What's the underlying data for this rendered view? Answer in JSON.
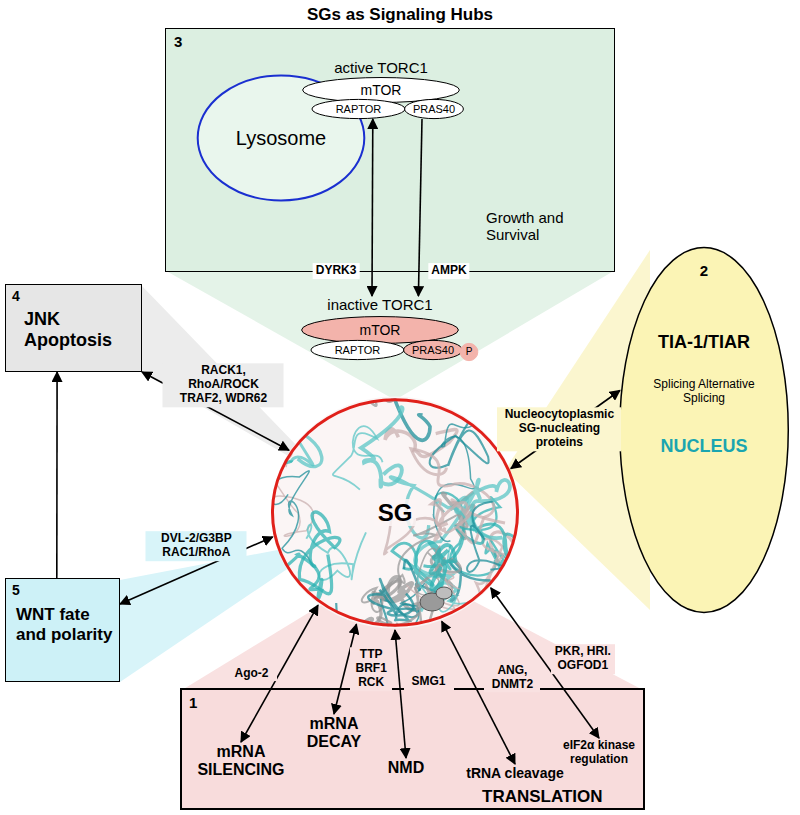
{
  "diagram": {
    "title": "SGs as Signaling Hubs",
    "nodes": [
      {
        "text": [
          "3",
          "Growth and Survival"
        ]
      },
      {
        "text": [
          "Lysosome"
        ],
        "in": 0
      },
      {
        "text": [
          "active TORC1",
          "mTOR"
        ],
        "in": 0
      },
      {
        "text": [
          "RAPTOR"
        ],
        "in": 0
      },
      {
        "text": [
          "PRAS40"
        ],
        "in": 0
      },
      {
        "text": [
          "inactive TORC1",
          "mTOR"
        ]
      },
      {
        "text": [
          "RAPTOR"
        ]
      },
      {
        "text": [
          "PRAS40"
        ]
      },
      {
        "text": [
          "P"
        ]
      },
      {
        "text": [
          "SG"
        ]
      },
      {
        "text": [
          "2",
          "TIA-1/TIAR",
          "Splicing Alternative Splicing",
          "NUCLEUS"
        ]
      },
      {
        "text": [
          "4",
          "JNK Apoptosis"
        ]
      },
      {
        "text": [
          "5",
          "WNT fate and polarity"
        ]
      },
      {
        "text": [
          "1",
          "TRANSLATION"
        ]
      },
      {
        "text": [
          "mRNA SILENCING"
        ],
        "in": 13
      },
      {
        "text": [
          "mRNA DECAY"
        ],
        "in": 13
      },
      {
        "text": [
          "NMD"
        ],
        "in": 13
      },
      {
        "text": [
          "tRNA cleavage"
        ],
        "in": 13
      },
      {
        "text": [
          "eIF2α kinase regulation"
        ],
        "in": 13
      }
    ],
    "edges": [
      {
        "from": 3,
        "to": 5,
        "label": "DYRK3",
        "arrow": "both"
      },
      {
        "from": 4,
        "to": 5,
        "label": "AMPK",
        "arrow": "to"
      },
      {
        "from": 9,
        "to": 10,
        "label": "Nucleocytoplasmic SG-nucleating proteins",
        "arrow": "both"
      },
      {
        "from": 9,
        "to": 11,
        "label": "RACK1, RhoA/ROCK TRAF2, WDR62",
        "arrow": "both"
      },
      {
        "from": 12,
        "to": 11,
        "arrow": "to"
      },
      {
        "from": 9,
        "to": 12,
        "label": "DVL-2/G3BP RAC1/RhoA",
        "arrow": "both"
      },
      {
        "from": 9,
        "to": 14,
        "label": "Ago-2",
        "arrow": "both"
      },
      {
        "from": 9,
        "to": 15,
        "label": "TTP BRF1 RCK",
        "arrow": "both"
      },
      {
        "from": 9,
        "to": 16,
        "label": "SMG1",
        "arrow": "both"
      },
      {
        "from": 9,
        "to": 17,
        "label": "ANG, DNMT2",
        "arrow": "both"
      },
      {
        "from": 9,
        "to": 18,
        "label": "PKR, HRI. OGFOD1",
        "arrow": "both"
      }
    ]
  }
}
